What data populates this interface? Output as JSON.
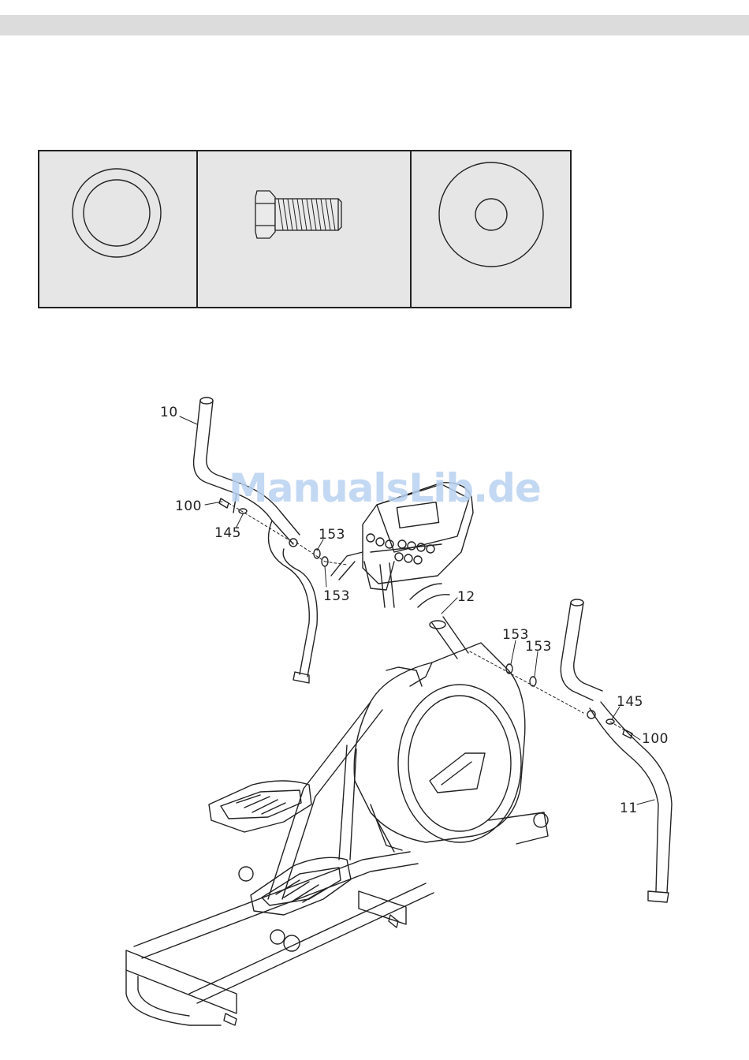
{
  "watermark": "ManualsLib.de",
  "parts": [
    {
      "name": "ring-washer",
      "label": ""
    },
    {
      "name": "hex-bolt",
      "label": ""
    },
    {
      "name": "flat-washer",
      "label": ""
    }
  ],
  "callouts": {
    "c10": "10",
    "c100a": "100",
    "c145a": "145",
    "c153a": "153",
    "c153b": "153",
    "c12": "12",
    "c153c": "153",
    "c153d": "153",
    "c145b": "145",
    "c100b": "100",
    "c11": "11"
  }
}
